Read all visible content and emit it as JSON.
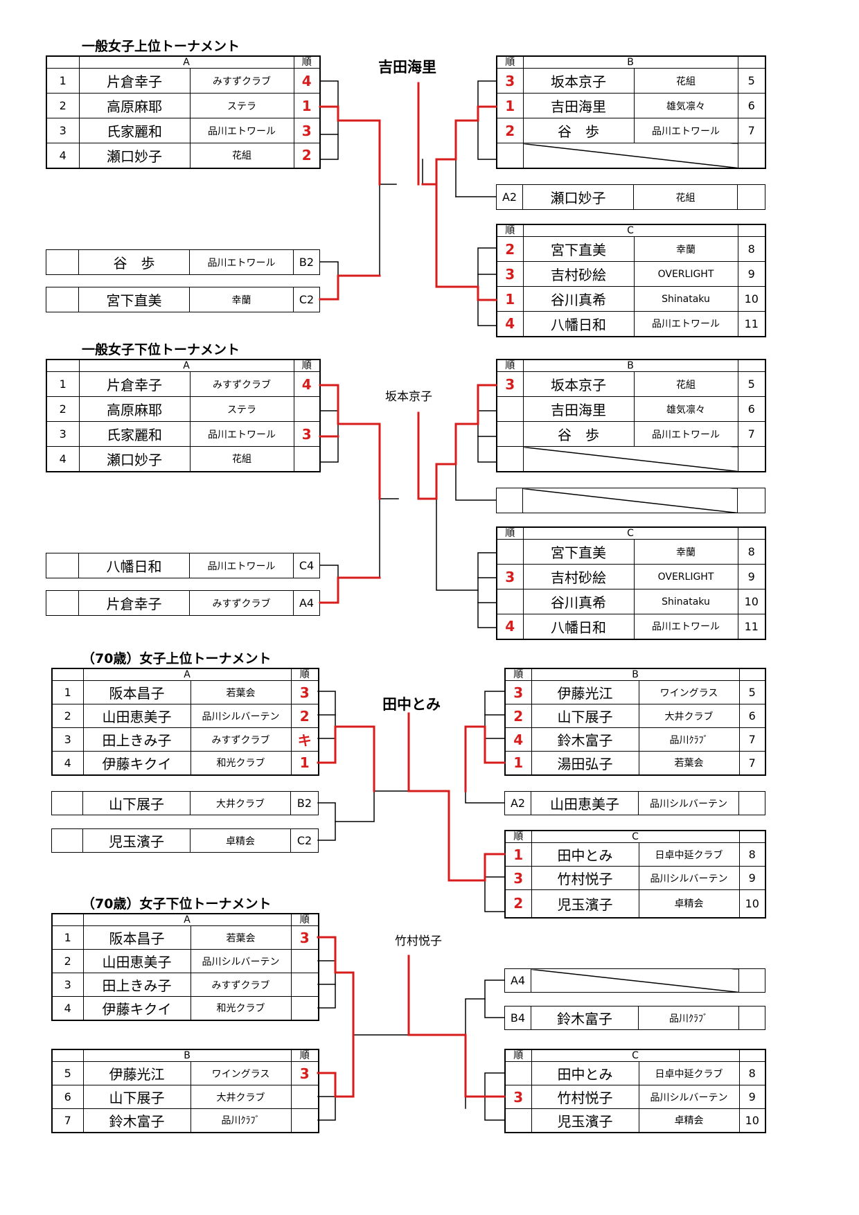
{
  "sections": [
    {
      "id": "ippan-upper",
      "title": "一般女子上位トーナメント",
      "champion": "吉田海里",
      "left_group": {
        "header": "A",
        "rank_header": "順",
        "rows": [
          {
            "no": "1",
            "name": "片倉幸子",
            "club": "みすずクラブ",
            "rank": "4"
          },
          {
            "no": "2",
            "name": "高原麻耶",
            "club": "ステラ",
            "rank": "1"
          },
          {
            "no": "3",
            "name": "氏家麗和",
            "club": "品川エトワール",
            "rank": "3"
          },
          {
            "no": "4",
            "name": "瀬口妙子",
            "club": "花組",
            "rank": "2"
          }
        ]
      },
      "left_singles": [
        {
          "name": "谷　歩",
          "club": "品川エトワール",
          "tag": "B2"
        },
        {
          "name": "宮下直美",
          "club": "幸蘭",
          "tag": "C2"
        }
      ],
      "right_group_b": {
        "rank_header": "順",
        "header": "B",
        "rows": [
          {
            "rank": "3",
            "name": "坂本京子",
            "club": "花組",
            "no": "5"
          },
          {
            "rank": "1",
            "name": "吉田海里",
            "club": "雄気凛々",
            "no": "6"
          },
          {
            "rank": "2",
            "name": "谷　歩",
            "club": "品川エトワール",
            "no": "7"
          },
          {
            "rank": "",
            "name": "",
            "club": "",
            "no": "",
            "diag": true
          }
        ]
      },
      "right_single": {
        "tag": "A2",
        "name": "瀬口妙子",
        "club": "花組"
      },
      "right_group_c": {
        "rank_header": "順",
        "header": "C",
        "rows": [
          {
            "rank": "2",
            "name": "宮下直美",
            "club": "幸蘭",
            "no": "8"
          },
          {
            "rank": "3",
            "name": "吉村砂絵",
            "club": "OVERLIGHT",
            "no": "9"
          },
          {
            "rank": "1",
            "name": "谷川真希",
            "club": "Shinataku",
            "no": "10"
          },
          {
            "rank": "4",
            "name": "八幡日和",
            "club": "品川エトワール",
            "no": "11"
          }
        ]
      }
    },
    {
      "id": "ippan-lower",
      "title": "一般女子下位トーナメント",
      "champion": "坂本京子",
      "left_group": {
        "header": "A",
        "rank_header": "順",
        "rows": [
          {
            "no": "1",
            "name": "片倉幸子",
            "club": "みすずクラブ",
            "rank": "4"
          },
          {
            "no": "2",
            "name": "高原麻耶",
            "club": "ステラ",
            "rank": ""
          },
          {
            "no": "3",
            "name": "氏家麗和",
            "club": "品川エトワール",
            "rank": "3"
          },
          {
            "no": "4",
            "name": "瀬口妙子",
            "club": "花組",
            "rank": ""
          }
        ]
      },
      "left_singles": [
        {
          "name": "八幡日和",
          "club": "品川エトワール",
          "tag": "C4"
        },
        {
          "name": "片倉幸子",
          "club": "みすずクラブ",
          "tag": "A4"
        }
      ],
      "right_group_b": {
        "rank_header": "順",
        "header": "B",
        "rows": [
          {
            "rank": "3",
            "name": "坂本京子",
            "club": "花組",
            "no": "5"
          },
          {
            "rank": "",
            "name": "吉田海里",
            "club": "雄気凛々",
            "no": "6"
          },
          {
            "rank": "",
            "name": "谷　歩",
            "club": "品川エトワール",
            "no": "7"
          },
          {
            "rank": "",
            "name": "",
            "club": "",
            "no": "",
            "diag": true
          }
        ]
      },
      "right_single": {
        "tag": "",
        "name": "",
        "club": "",
        "diag": true
      },
      "right_group_c": {
        "rank_header": "順",
        "header": "C",
        "rows": [
          {
            "rank": "",
            "name": "宮下直美",
            "club": "幸蘭",
            "no": "8"
          },
          {
            "rank": "3",
            "name": "吉村砂絵",
            "club": "OVERLIGHT",
            "no": "9"
          },
          {
            "rank": "",
            "name": "谷川真希",
            "club": "Shinataku",
            "no": "10"
          },
          {
            "rank": "4",
            "name": "八幡日和",
            "club": "品川エトワール",
            "no": "11"
          }
        ]
      }
    },
    {
      "id": "senior-upper",
      "title": "（70歳）女子上位トーナメント",
      "champion": "田中とみ",
      "left_group": {
        "header": "A",
        "rank_header": "順",
        "rows": [
          {
            "no": "1",
            "name": "阪本昌子",
            "club": "若葉会",
            "rank": "3"
          },
          {
            "no": "2",
            "name": "山田恵美子",
            "club": "品川シルバーテン",
            "rank": "2"
          },
          {
            "no": "3",
            "name": "田上きみ子",
            "club": "みすずクラブ",
            "rank": "キ"
          },
          {
            "no": "4",
            "name": "伊藤キクイ",
            "club": "和光クラブ",
            "rank": "1"
          }
        ]
      },
      "left_singles": [
        {
          "name": "山下展子",
          "club": "大井クラブ",
          "tag": "B2"
        },
        {
          "name": "児玉濱子",
          "club": "卓精会",
          "tag": "C2"
        }
      ],
      "right_group_b": {
        "rank_header": "順",
        "header": "B",
        "rows": [
          {
            "rank": "3",
            "name": "伊藤光江",
            "club": "ワイングラス",
            "no": "5"
          },
          {
            "rank": "2",
            "name": "山下展子",
            "club": "大井クラブ",
            "no": "6"
          },
          {
            "rank": "4",
            "name": "鈴木富子",
            "club": "品川ｸﾗﾌﾞ",
            "no": "7"
          },
          {
            "rank": "1",
            "name": "湯田弘子",
            "club": "若葉会",
            "no": "7"
          }
        ]
      },
      "right_single": {
        "tag": "A2",
        "name": "山田恵美子",
        "club": "品川シルバーテン"
      },
      "right_group_c": {
        "rank_header": "順",
        "header": "C",
        "rows": [
          {
            "rank": "1",
            "name": "田中とみ",
            "club": "日卓中延クラブ",
            "no": "8"
          },
          {
            "rank": "3",
            "name": "竹村悦子",
            "club": "品川シルバーテン",
            "no": "9"
          },
          {
            "rank": "2",
            "name": "児玉濱子",
            "club": "卓精会",
            "no": "10"
          }
        ]
      }
    },
    {
      "id": "senior-lower",
      "title": "（70歳）女子下位トーナメント",
      "champion": "竹村悦子",
      "left_group": {
        "header": "A",
        "rank_header": "順",
        "rows": [
          {
            "no": "1",
            "name": "阪本昌子",
            "club": "若葉会",
            "rank": "3"
          },
          {
            "no": "2",
            "name": "山田恵美子",
            "club": "品川シルバーテン",
            "rank": ""
          },
          {
            "no": "3",
            "name": "田上きみ子",
            "club": "みすずクラブ",
            "rank": ""
          },
          {
            "no": "4",
            "name": "伊藤キクイ",
            "club": "和光クラブ",
            "rank": ""
          }
        ]
      },
      "left_group2": {
        "header": "B",
        "rank_header": "順",
        "rows": [
          {
            "no": "5",
            "name": "伊藤光江",
            "club": "ワイングラス",
            "rank": "3"
          },
          {
            "no": "6",
            "name": "山下展子",
            "club": "大井クラブ",
            "rank": ""
          },
          {
            "no": "7",
            "name": "鈴木富子",
            "club": "品川ｸﾗﾌﾞ",
            "rank": ""
          }
        ]
      },
      "right_singles": [
        {
          "tag": "A4",
          "name": "",
          "club": "",
          "diag": true
        },
        {
          "tag": "B4",
          "name": "鈴木富子",
          "club": "品川ｸﾗﾌﾞ"
        }
      ],
      "right_group_c": {
        "rank_header": "順",
        "header": "C",
        "rows": [
          {
            "rank": "",
            "name": "田中とみ",
            "club": "日卓中延クラブ",
            "no": "8"
          },
          {
            "rank": "3",
            "name": "竹村悦子",
            "club": "品川シルバーテン",
            "no": "9"
          },
          {
            "rank": "",
            "name": "児玉濱子",
            "club": "卓精会",
            "no": "10"
          }
        ]
      }
    }
  ]
}
